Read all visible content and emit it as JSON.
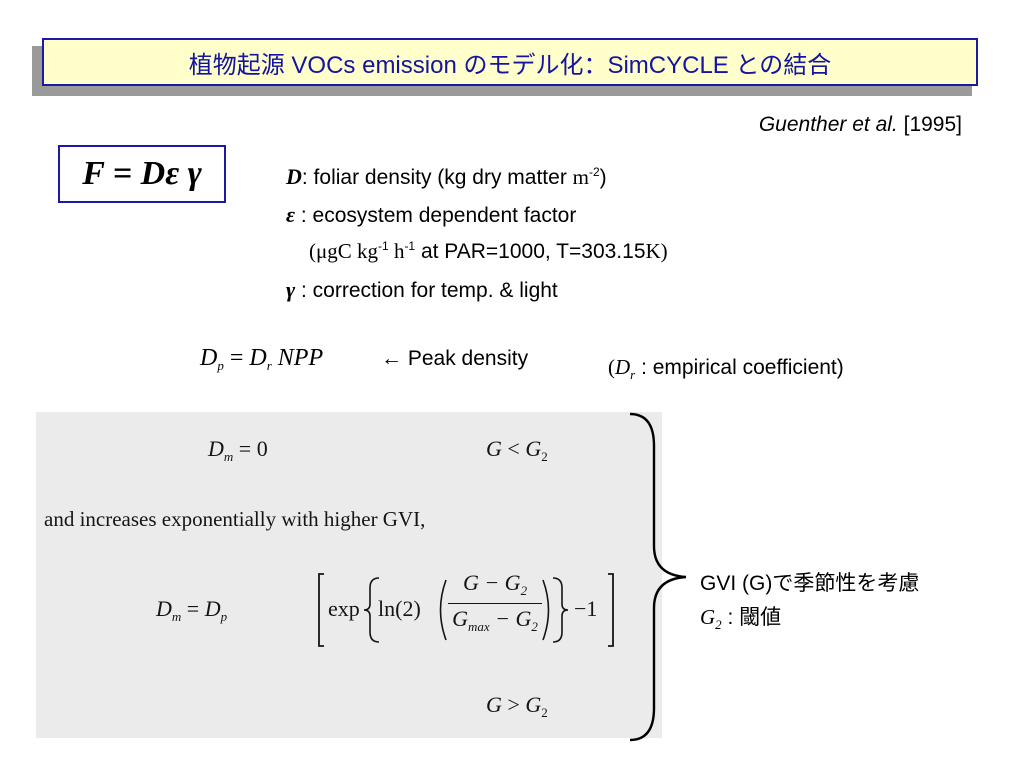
{
  "slide": {
    "title": "植物起源 VOCs emission のモデル化：SimCYCLE との結合",
    "citation": {
      "authors": "Guenther et al.",
      "year": "[1995]"
    },
    "formula": "F = Dε γ",
    "definitions": [
      {
        "symbol": "D",
        "text": ": foliar density (kg dry matter ",
        "unit": "m",
        "unit_exp": "-2",
        "close": ")"
      },
      {
        "symbol": "ε",
        "text": " : ecosystem dependent factor"
      },
      {
        "units_open": "(μgC kg",
        "exp1": "-1",
        "units_mid": " h",
        "exp2": "-1",
        "units_rest": " at PAR=1000, T=303.15",
        "units_k": "K)"
      },
      {
        "symbol": "γ",
        "text": " : correction for temp. & light"
      }
    ],
    "peak_equation": {
      "lhs": "D",
      "lhs_sub": "p",
      "eq": " = ",
      "rhs": "D",
      "rhs_sub": "r",
      "rhs_var": " NPP"
    },
    "peak_label": "← Peak density",
    "dr_note": {
      "open": "(",
      "sym": "D",
      "sub": "r",
      "close_text": " : empirical coefficient)"
    },
    "scan": {
      "eq1_lhs": "D",
      "eq1_sub": "m",
      "eq1_rhs": " = 0",
      "cond1_a": "G",
      "cond1_op": " < ",
      "cond1_b": "G",
      "cond1_sub": "2",
      "text": "and increases exponentially with higher GVI,",
      "eq2_lhs": "D",
      "eq2_lhs_sub": "m",
      "eq2_eq": " =  ",
      "eq2_dp": "D",
      "eq2_dp_sub": "p",
      "eq2_exp": "exp",
      "eq2_ln": "ln(2)",
      "eq2_num_a": "G − G",
      "eq2_num_sub": "2",
      "eq2_den_a": "G",
      "eq2_den_sub": "max",
      "eq2_den_b": " − G",
      "eq2_den_sub2": "2",
      "eq2_tail": "−1",
      "cond2_a": "G",
      "cond2_op": " > ",
      "cond2_b": "G",
      "cond2_sub": "2"
    },
    "gvi_note": "GVI (G)で季節性を考慮",
    "g2_note": {
      "sym": "G",
      "sub": "2",
      "text": " : 閾値"
    },
    "colors": {
      "title_bg": "#ffffcc",
      "title_border": "#1a1aa6",
      "title_text": "#1414a0",
      "formula_border": "#1a1aa6"
    }
  }
}
